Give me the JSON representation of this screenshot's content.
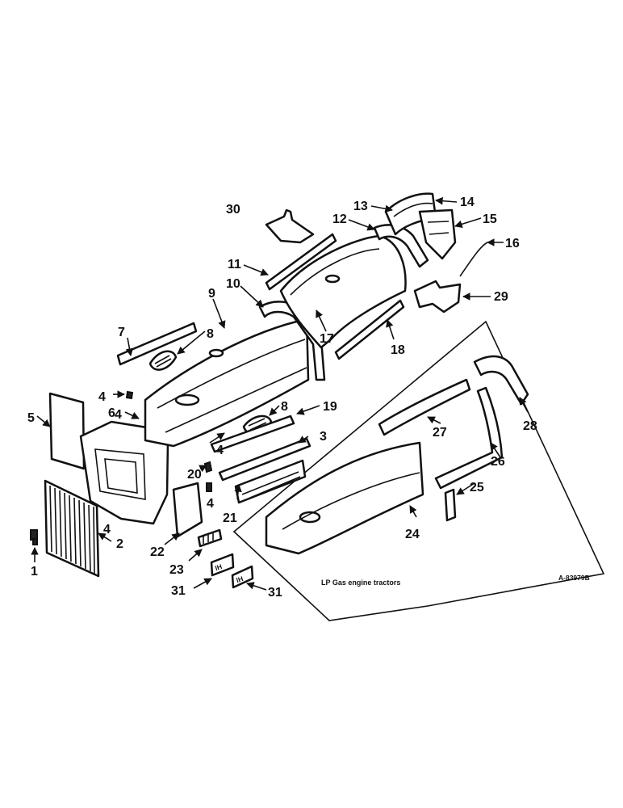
{
  "callouts": [
    "1",
    "2",
    "3",
    "4",
    "5",
    "6",
    "7",
    "8",
    "9",
    "10",
    "11",
    "12",
    "13",
    "14",
    "15",
    "16",
    "17",
    "18",
    "19",
    "20",
    "21",
    "22",
    "23",
    "24",
    "25",
    "26",
    "27",
    "28",
    "29",
    "30",
    "31"
  ],
  "caption": "LP Gas engine tractors",
  "drawing_ref": "A-83979B"
}
